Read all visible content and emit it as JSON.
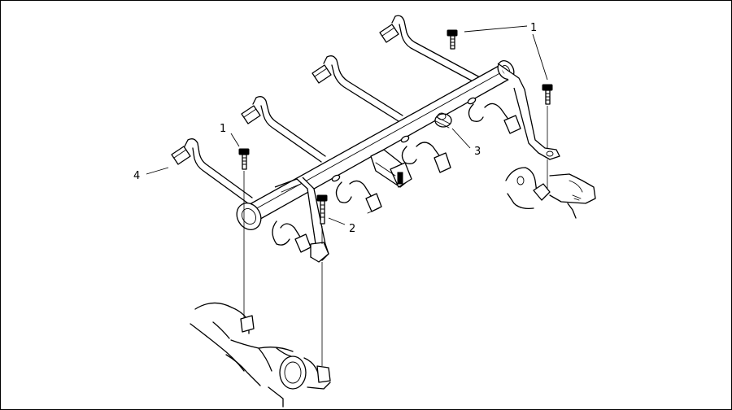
{
  "callouts": [
    {
      "id": "bolts-top",
      "text": "1"
    },
    {
      "id": "bolt-left",
      "text": "1"
    },
    {
      "id": "bolt-center",
      "text": "2"
    },
    {
      "id": "plug",
      "text": "3"
    },
    {
      "id": "fuel-line",
      "text": "4"
    }
  ]
}
